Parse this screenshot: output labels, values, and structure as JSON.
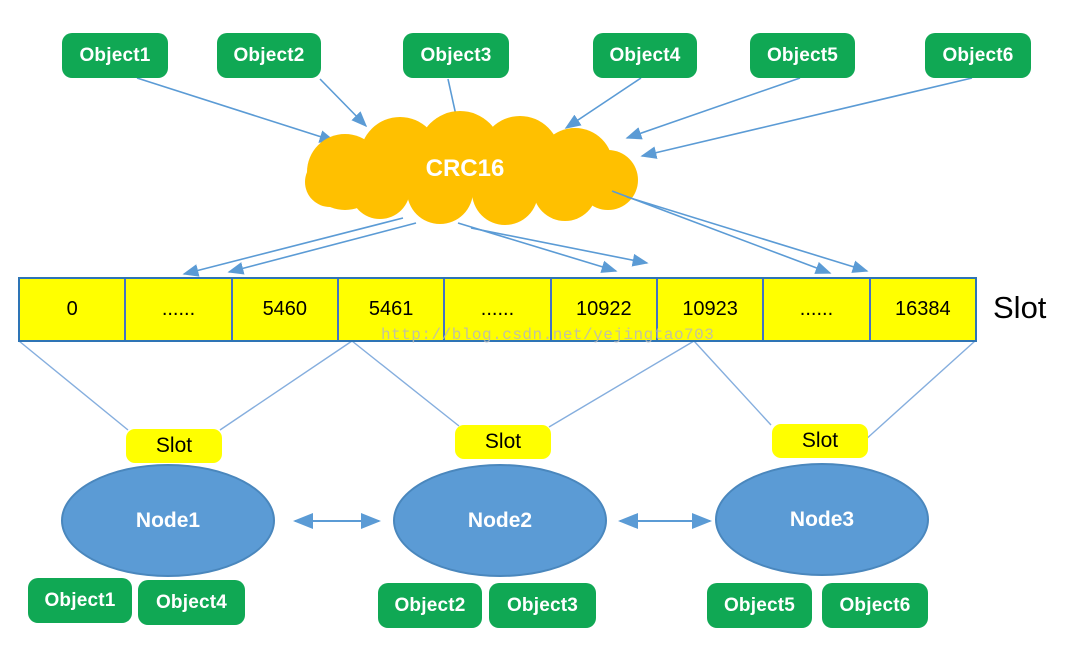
{
  "diagram": {
    "title_hint": "hash slot mapping diagram",
    "cloud": {
      "label": "CRC16"
    },
    "top_objects": [
      "Object1",
      "Object2",
      "Object3",
      "Object4",
      "Object5",
      "Object6"
    ],
    "slot_table": {
      "cells": [
        "0",
        "......",
        "5460",
        "5461",
        "......",
        "10922",
        "10923",
        "......",
        "16384"
      ],
      "axis_label": "Slot"
    },
    "watermark": "http://blog.csdn.net/yejingtao703",
    "nodes": [
      {
        "name": "Node1",
        "slot_badge": "Slot",
        "objects": [
          "Object1",
          "Object4"
        ]
      },
      {
        "name": "Node2",
        "slot_badge": "Slot",
        "objects": [
          "Object2",
          "Object3"
        ]
      },
      {
        "name": "Node3",
        "slot_badge": "Slot",
        "objects": [
          "Object5",
          "Object6"
        ]
      }
    ],
    "colors": {
      "object_green": "#10a854",
      "slot_yellow": "#ffff00",
      "node_blue": "#5b9bd5",
      "cloud_orange": "#ffc000",
      "arrow_blue": "#5b9bd5",
      "table_border_blue": "#2e74b5"
    }
  }
}
